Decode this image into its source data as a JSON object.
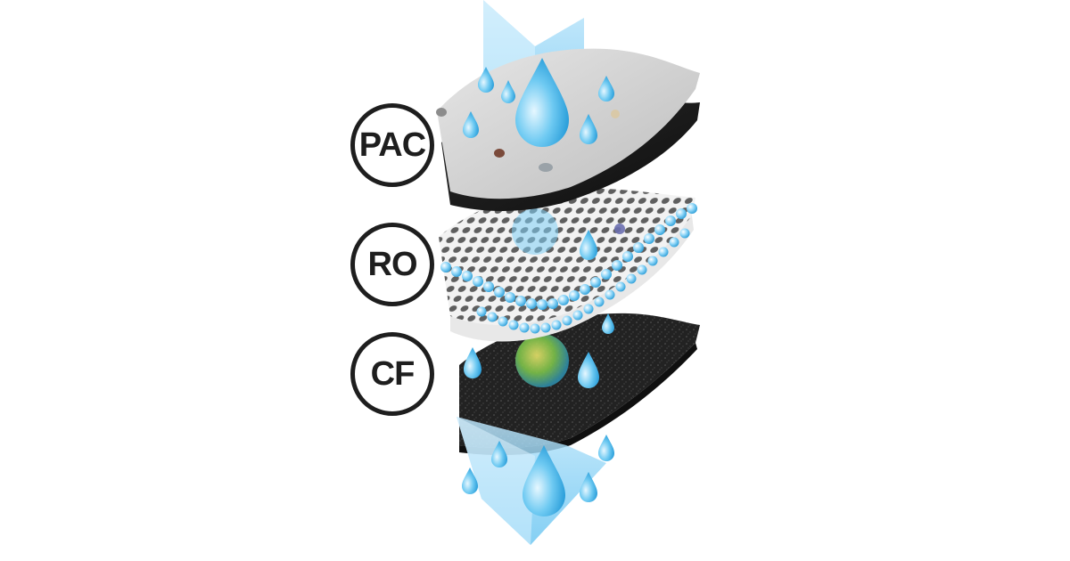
{
  "layers": [
    {
      "label": "PAC"
    },
    {
      "label": "RO"
    },
    {
      "label": "CF"
    }
  ],
  "colors": {
    "water": "#4db8ee",
    "water_light": "#aee0fb",
    "pac_surface": "#dcdcdc",
    "carbon": "#1c1c1c",
    "membrane": "#e9e9e9",
    "badge_border": "#1e1e1e"
  },
  "icons": [
    "down-arrow-icon",
    "water-drop-icon",
    "filter-layer-icon"
  ]
}
